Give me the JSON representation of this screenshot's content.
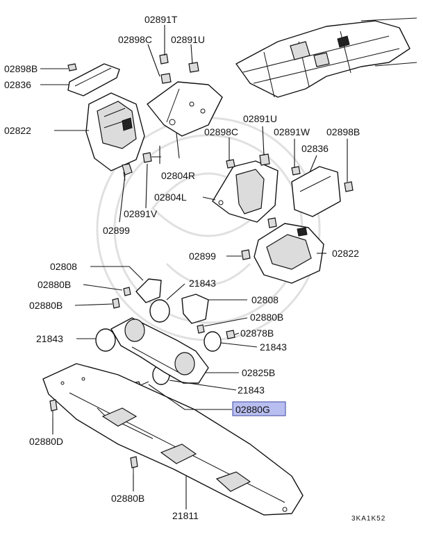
{
  "diagram_code": "3KA1K52",
  "highlight_color": "#b9bef0",
  "highlighted_label": "02880G",
  "callouts": {
    "c_02891T": "02891T",
    "c_02898C_top": "02898C",
    "c_02891U_top": "02891U",
    "c_02898B_top": "02898B",
    "c_02836_left": "02836",
    "c_02822_left": "02822",
    "c_02804R": "02804R",
    "c_02891U_mid": "02891U",
    "c_02898C_mid": "02898C",
    "c_02891W": "02891W",
    "c_02898B_right": "02898B",
    "c_02836_right": "02836",
    "c_02804L": "02804L",
    "c_02891V": "02891V",
    "c_02899_left": "02899",
    "c_02899_mid": "02899",
    "c_02822_right": "02822",
    "c_02808_left": "02808",
    "c_21843_top": "21843",
    "c_02880B_1": "02880B",
    "c_02880B_2": "02880B",
    "c_02808_right": "02808",
    "c_02880B_3": "02880B",
    "c_02878B": "02878B",
    "c_21843_left": "21843",
    "c_21843_right": "21843",
    "c_02825B": "02825B",
    "c_21843_bottom": "21843",
    "c_02880G": "02880G",
    "c_02880D": "02880D",
    "c_02880B_4": "02880B",
    "c_21811": "21811"
  }
}
